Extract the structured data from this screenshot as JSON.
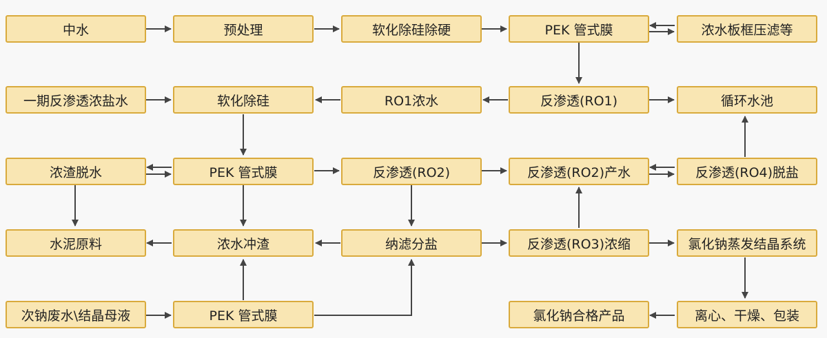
{
  "nodes": {
    "zhongshui": "中水",
    "yuchuli": "预处理",
    "ruanhua_chugui_chuying": "软化除硅除硬",
    "pek1": "PEK 管式膜",
    "nongshui_banklv": "浓水板框压滤等",
    "yiqi_fanshentou": "一期反渗透浓盐水",
    "ruanhua_chugui": "软化除硅",
    "ro1_nongshui": "RO1浓水",
    "ro1": "反渗透(RO1)",
    "xunhuan_shuichi": "循环水池",
    "nongzha_tuoshui": "浓渣脱水",
    "pek2": "PEK 管式膜",
    "ro2": "反渗透(RO2)",
    "ro2_chanshui": "反渗透(RO2)产水",
    "ro4_tuoyan": "反渗透(RO4)脱盐",
    "shuini_yuanliao": "水泥原料",
    "nongshui_chongzha": "浓水冲渣",
    "nalv_fenyan": "纳滤分盐",
    "ro3_nongsuo": "反渗透(RO3)浓缩",
    "lvhuana_zhengfa": "氯化钠蒸发结晶系统",
    "cina_feishui": "次钠废水\\结晶母液",
    "pek3": "PEK 管式膜",
    "lvhuana_chanpin": "氯化钠合格产品",
    "lixin_ganzao": "离心、干燥、包装"
  }
}
